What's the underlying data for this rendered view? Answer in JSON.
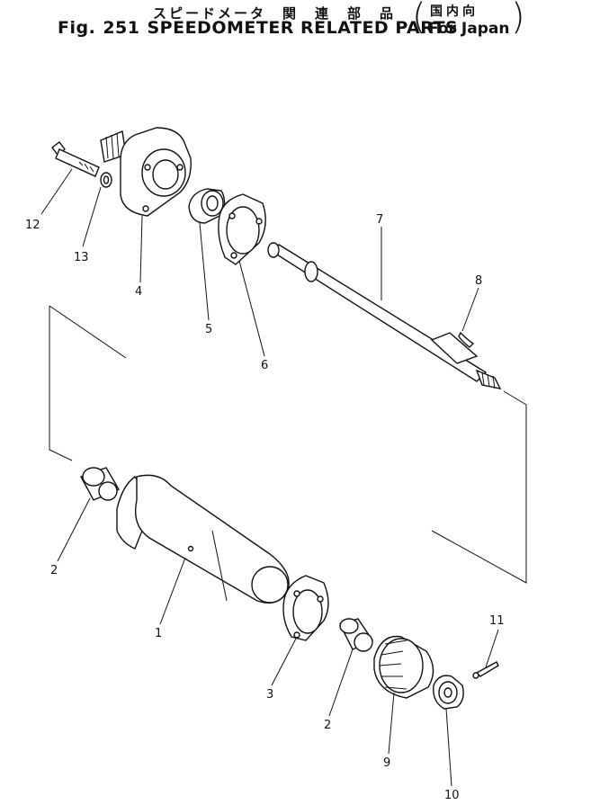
{
  "header": {
    "japanese_title": "スピードメータ　関　連　部　品",
    "fig_label": "Fig.",
    "fig_number": "251",
    "english_title": "SPEEDOMETER RELATED PARTS",
    "region_japanese": "国内向",
    "region_english": "For Japan"
  },
  "callouts": {
    "p1": "1",
    "p2a": "2",
    "p2b": "2",
    "p3": "3",
    "p4": "4",
    "p5": "5",
    "p6": "6",
    "p7": "7",
    "p8": "8",
    "p9": "9",
    "p10": "10",
    "p11": "11",
    "p12": "12",
    "p13": "13"
  }
}
